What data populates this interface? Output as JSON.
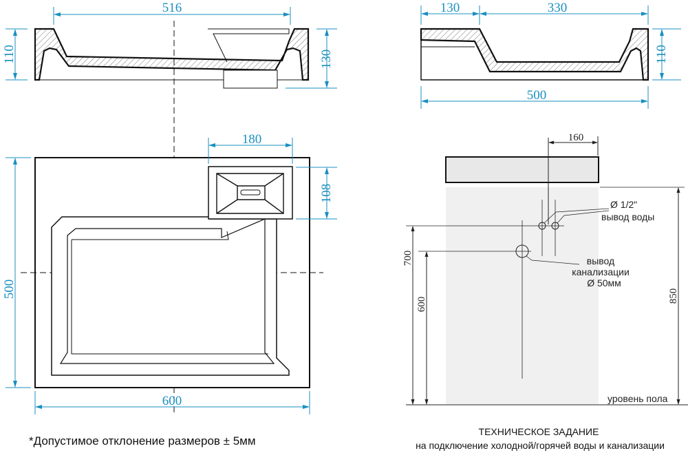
{
  "colors": {
    "dimension": "#1a8fc0",
    "outline": "#111111",
    "wall": "#f0f0f0"
  },
  "section_front": {
    "width": "516",
    "height_left": "110",
    "height_right": "130"
  },
  "plan_view": {
    "drain_width": "180",
    "drain_depth": "108",
    "depth": "500",
    "width": "600"
  },
  "section_side": {
    "offset": "130",
    "bowl": "330",
    "total": "500",
    "height": "110"
  },
  "installation": {
    "offset": "160",
    "water_outlet_diameter": "Ø 1/2\"",
    "water_outlet_label": "вывод воды",
    "drain_label_1": "вывод",
    "drain_label_2": "канализации",
    "drain_diameter": "Ø 50мм",
    "water_height": "700",
    "drain_height": "600",
    "basin_height": "850",
    "floor_label": "уровень пола"
  },
  "footnote": "*Допустимое отклонение размеров ± 5мм",
  "spec_title": "ТЕХНИЧЕСКОЕ ЗАДАНИЕ",
  "spec_subtitle": "на подключение холодной/горячей воды и канализации"
}
